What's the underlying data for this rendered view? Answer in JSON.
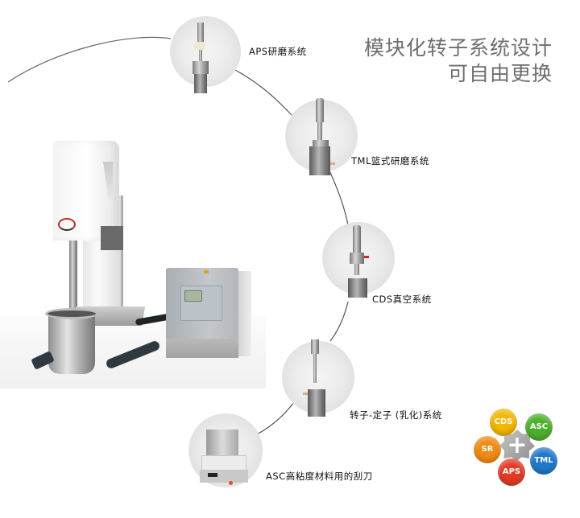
{
  "headline": {
    "line1": "模块化转子系统设计",
    "line2": "可自由更换"
  },
  "main_product": {
    "name": "disperser-machine-with-controller"
  },
  "systems": [
    {
      "id": "aps",
      "label": "APS研磨系统"
    },
    {
      "id": "tml",
      "label": "TML篮式研磨系统"
    },
    {
      "id": "cds",
      "label": "CDS真空系统"
    },
    {
      "id": "rotor_stator",
      "label": "转子-定子 (乳化)系统"
    },
    {
      "id": "asc",
      "label": "ASC高粘度材料用的刮刀"
    }
  ],
  "badge": {
    "center_symbol": "+",
    "items": [
      {
        "label": "CDS",
        "color": "#f2b705"
      },
      {
        "label": "ASC",
        "color": "#4caf2a"
      },
      {
        "label": "SR",
        "color": "#f08a12"
      },
      {
        "label": "TML",
        "color": "#1f78c8"
      },
      {
        "label": "APS",
        "color": "#e23a25"
      }
    ]
  },
  "colors": {
    "headline_text": "#6e6e6e",
    "arc_stroke": "#555555",
    "label_text": "#111111"
  }
}
